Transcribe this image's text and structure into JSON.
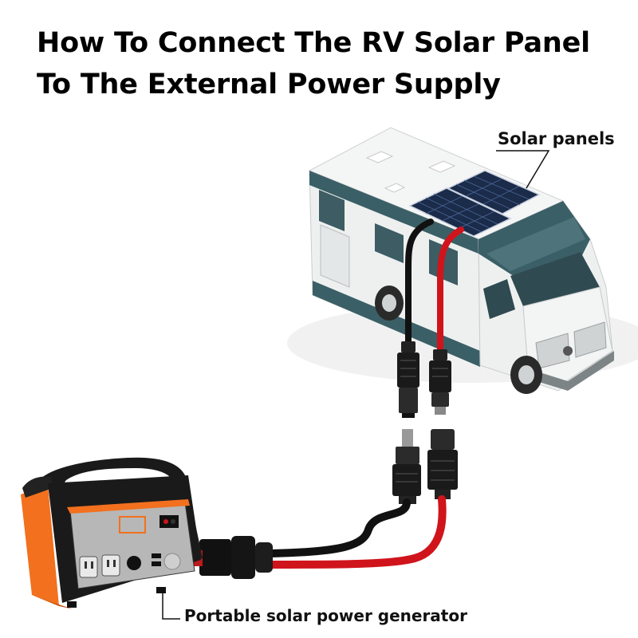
{
  "title": {
    "line1": "How To Connect The RV Solar Panel",
    "line2": "To The External Power Supply"
  },
  "labels": {
    "solar_panels": "Solar panels",
    "generator": "Portable solar power generator"
  },
  "colors": {
    "rv_teal": "#3b5f66",
    "rv_body": "#eef0f0",
    "panel_dark": "#1b2b4a",
    "cable_black": "#111111",
    "cable_red": "#d0141c",
    "generator_orange": "#f2701e",
    "generator_dark": "#1e1e1e",
    "generator_panel": "#b7b7b7"
  },
  "icons": [
    "rv-motorhome",
    "solar-panel-array",
    "mc4-connector",
    "portable-power-station",
    "leader-line"
  ]
}
